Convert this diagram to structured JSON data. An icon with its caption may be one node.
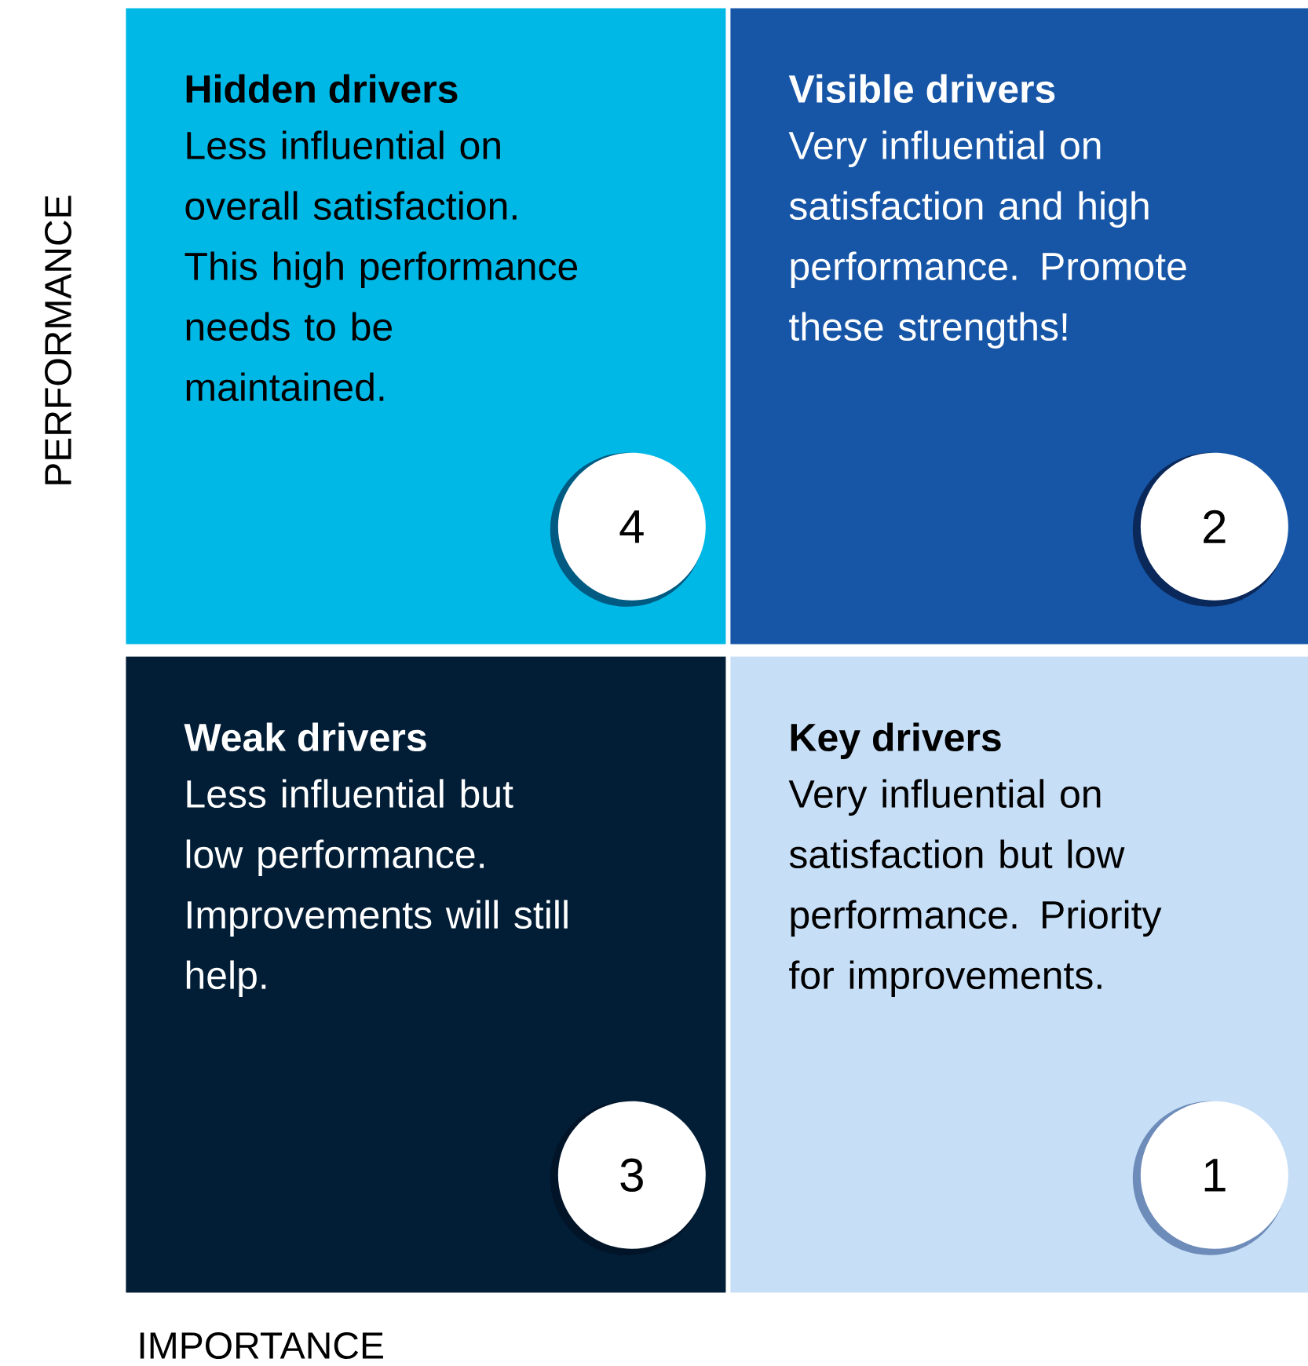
{
  "diagram": {
    "nodes": [
      {
        "text": [
          "Hidden drivers",
          "Less influential on overall satisfaction. This high performance needs to be maintained."
        ]
      },
      {
        "text": [
          "4"
        ],
        "in": 0
      },
      {
        "text": [
          "Visible drivers",
          "Very influential on satisfaction and high performance. Promote these strengths!"
        ]
      },
      {
        "text": [
          "2"
        ],
        "in": 2
      },
      {
        "text": [
          "Weak drivers",
          "Less influential but low performance. Improvements will still help."
        ]
      },
      {
        "text": [
          "3"
        ],
        "in": 4
      },
      {
        "text": [
          "Key drivers",
          "Very influential on satisfaction but low performance. Priority for improvements."
        ]
      },
      {
        "text": [
          "1"
        ],
        "in": 6
      }
    ],
    "labels": [
      "PERFORMANCE",
      "IMPORTANCE"
    ]
  }
}
